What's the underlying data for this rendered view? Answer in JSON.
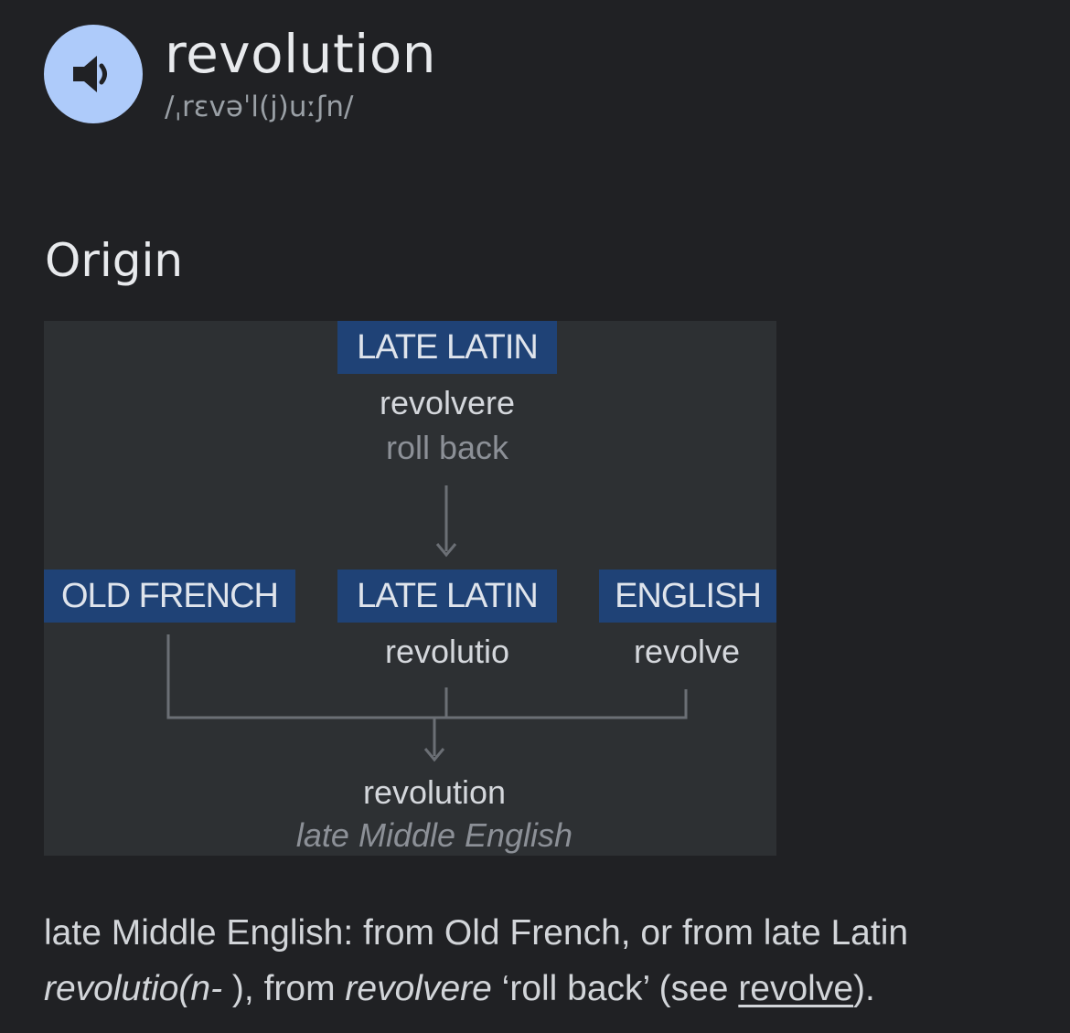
{
  "entry": {
    "word": "revolution",
    "phonetic": "/ˌrɛvəˈl(j)uːʃn/",
    "speaker_icon": "volume-icon"
  },
  "origin": {
    "heading": "Origin",
    "diagram": {
      "top": {
        "language": "LATE LATIN",
        "term": "revolvere",
        "gloss": "roll back"
      },
      "left": {
        "language": "OLD FRENCH"
      },
      "middle": {
        "language": "LATE LATIN",
        "term": "revolutio"
      },
      "right": {
        "language": "ENGLISH",
        "term": "revolve"
      },
      "result": {
        "term": "revolution",
        "gloss": "late Middle English"
      }
    },
    "etymology": {
      "part1": "late Middle English: from Old French, or from late Latin",
      "part2": "revolutio(n-",
      "part3": " ), from ",
      "part4": "revolvere",
      "part5": " ‘roll back’ (see ",
      "link": "revolve",
      "part6": ")."
    }
  },
  "colors": {
    "background": "#202124",
    "speaker_circle": "#aecbfa",
    "language_label": "#1f4276",
    "diagram_bg": "#2d3033"
  }
}
